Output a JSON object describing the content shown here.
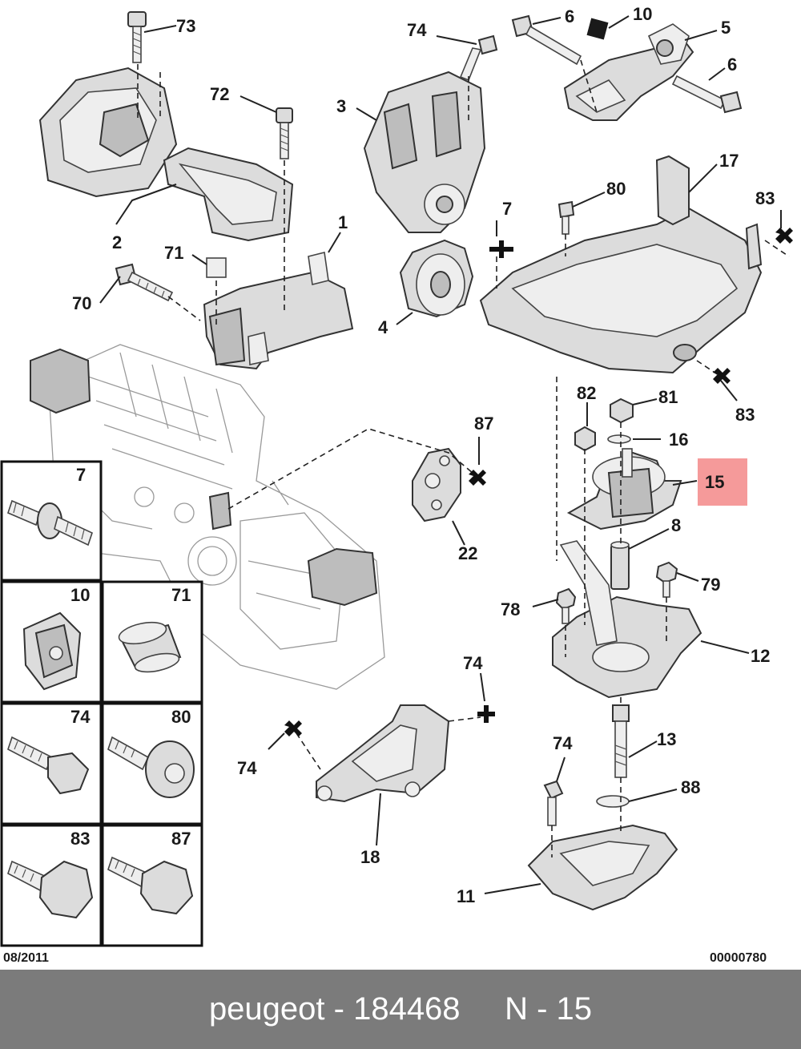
{
  "callouts": {
    "c73": "73",
    "c74a": "74",
    "c6a": "6",
    "c10": "10",
    "c5": "5",
    "c6b": "6",
    "c72": "72",
    "c3": "3",
    "c17": "17",
    "c80": "80",
    "c7": "7",
    "c83a": "83",
    "c1": "1",
    "c2": "2",
    "c71": "71",
    "c70": "70",
    "c4": "4",
    "c82": "82",
    "c81": "81",
    "c83b": "83",
    "c16": "16",
    "c87": "87",
    "c15": "15",
    "c8": "8",
    "c22": "22",
    "c79": "79",
    "c78": "78",
    "c12": "12",
    "c74b": "74",
    "c74c": "74",
    "c13": "13",
    "c74d": "74",
    "c88": "88",
    "c18": "18",
    "c11": "11"
  },
  "inset_labels": {
    "i7": "7",
    "i10": "10",
    "i71": "71",
    "i74": "74",
    "i80": "80",
    "i83": "83",
    "i87": "87"
  },
  "highlight": {
    "part": "15",
    "color": "#f59a9a"
  },
  "meta": {
    "date": "08/2011",
    "ref": "00000780"
  },
  "footer": {
    "text": "peugeot - 184468     N - 15",
    "bg_color": "#7b7b7b"
  }
}
